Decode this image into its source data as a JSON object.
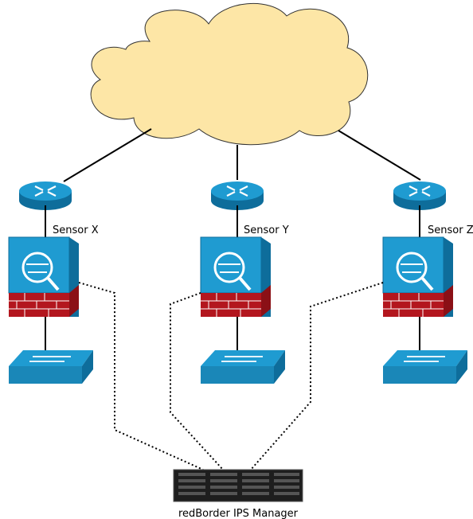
{
  "sensors": [
    {
      "label": "Sensor X"
    },
    {
      "label": "Sensor Y"
    },
    {
      "label": "Sensor Z"
    }
  ],
  "manager": {
    "label": "redBorder IPS Manager"
  },
  "colors": {
    "cloud_fill": "#fde6a6",
    "device_blue": "#1f9bd1",
    "device_blue_dark": "#0e6d9b",
    "firewall_red": "#b3161e",
    "server_dark": "#1e1e1e"
  }
}
